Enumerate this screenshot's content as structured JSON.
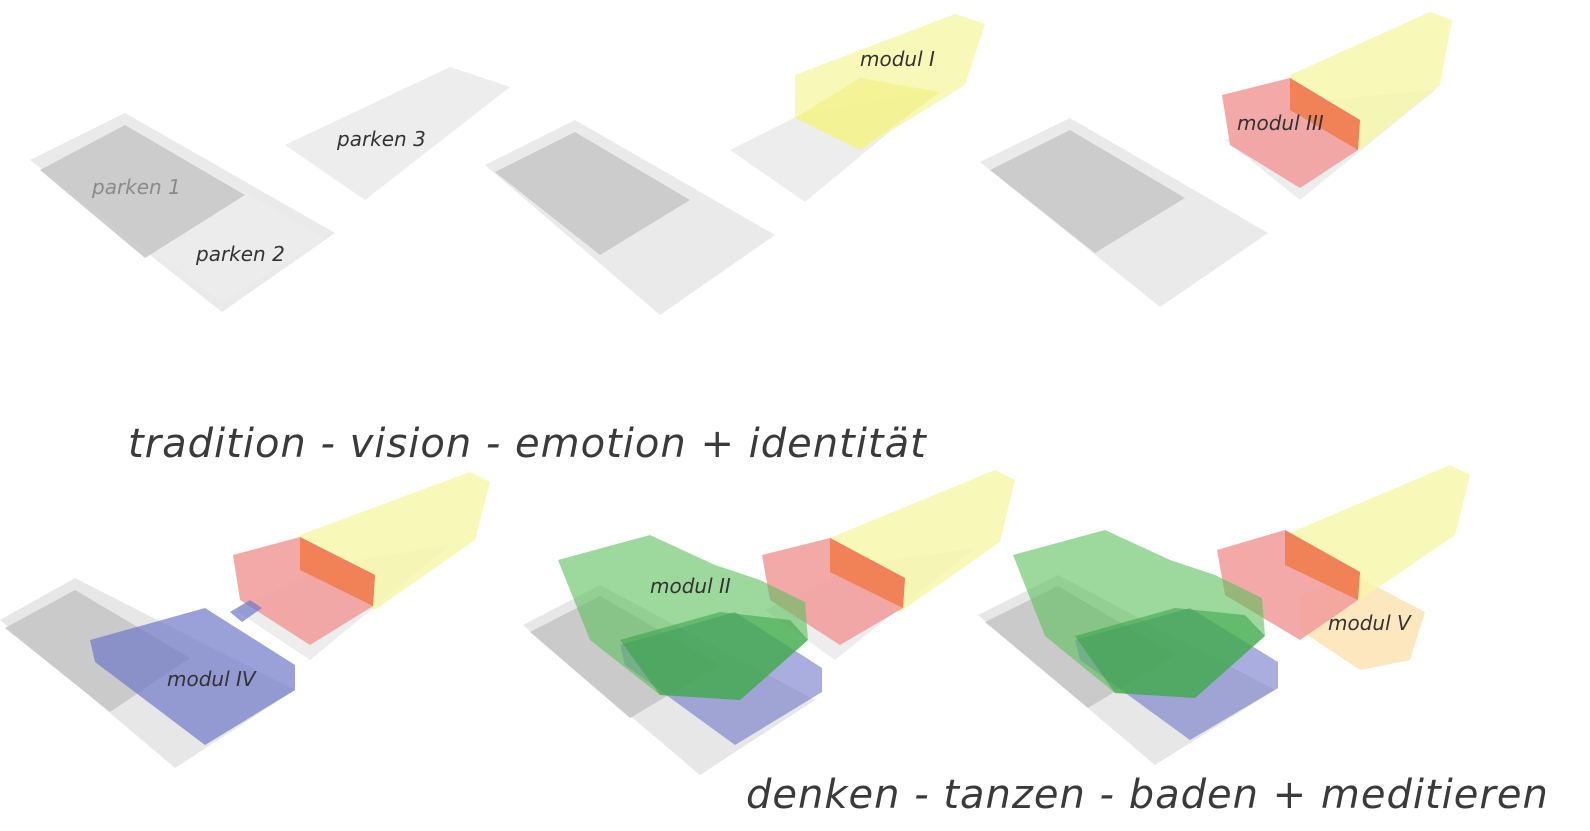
{
  "headline_top": "tradition - vision - emotion + identität",
  "headline_bottom": "denken - tanzen - baden + meditieren",
  "panels": [
    {
      "id": "p1",
      "labels": [
        "parken 1",
        "parken 2",
        "parken 3"
      ]
    },
    {
      "id": "p2",
      "labels": [
        "modul I"
      ]
    },
    {
      "id": "p3",
      "labels": [
        "modul III"
      ]
    },
    {
      "id": "p4",
      "labels": [
        "modul IV"
      ]
    },
    {
      "id": "p5",
      "labels": [
        "modul II"
      ]
    },
    {
      "id": "p6",
      "labels": [
        "modul V"
      ]
    }
  ],
  "colors": {
    "parking_light": "#e6e6e6",
    "parking_dark": "#c8c8c8",
    "modul_I": "#f5f5a0",
    "modul_III": "#f29a9a",
    "modul_III_core": "#f07a4a",
    "modul_IV": "#6f78c8",
    "modul_II": "#5cbf5c",
    "modul_V": "#fbe3b4"
  }
}
